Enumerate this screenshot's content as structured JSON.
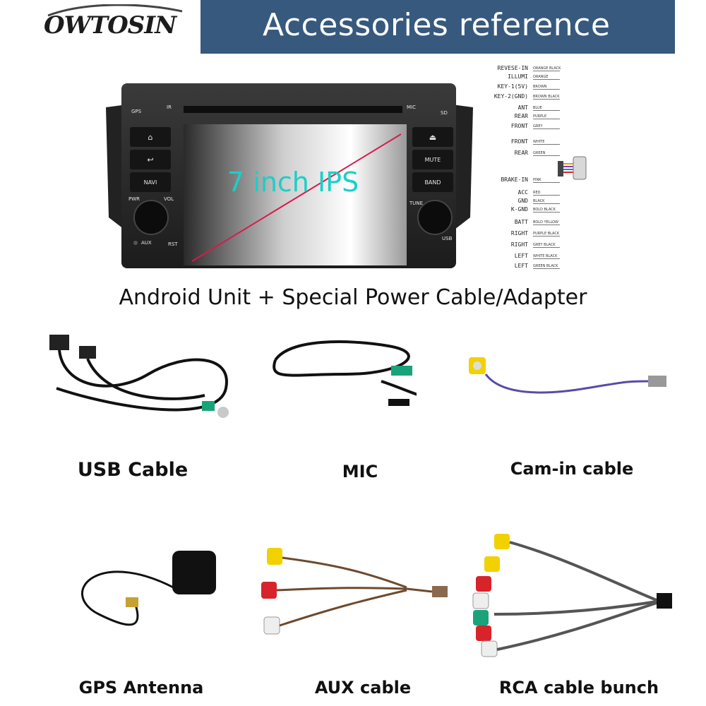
{
  "header": {
    "logo_text": "OWTOSIN",
    "title": "Accessories reference",
    "bg_color": "#37597e"
  },
  "head_unit": {
    "screen_label": "7 inch IPS",
    "top_labels": [
      "GPS",
      "IR",
      "MIC",
      "SD"
    ],
    "left_buttons": [
      "home-icon",
      "back-icon",
      "NAVI"
    ],
    "right_buttons": [
      "eject-icon",
      "MUTE",
      "BAND"
    ],
    "knob_labels": {
      "pwr": "PWR",
      "vol": "VOL",
      "tune": "TUNE"
    },
    "bottom_labels": {
      "aux": "AUX",
      "rst": "RST",
      "usb": "USB"
    }
  },
  "wiring": [
    {
      "label": "REVESE-IN",
      "color": "ORANGE BLACK"
    },
    {
      "label": "ILLUMI",
      "color": "ORANGE"
    },
    {
      "label": "KEY-1(5V)",
      "color": "BROWN"
    },
    {
      "label": "KEY-2(GND)",
      "color": "BROWN BLACK"
    },
    {
      "label": "ANT",
      "color": "BLUE"
    },
    {
      "label": "REAR",
      "color": "PURPLE"
    },
    {
      "label": "FRONT",
      "color": "GREY"
    },
    {
      "label": "FRONT",
      "color": "WHITE"
    },
    {
      "label": "REAR",
      "color": "GREEN"
    },
    {
      "label": "BRAKE-IN",
      "color": "PINK"
    },
    {
      "label": "ACC",
      "color": "RED"
    },
    {
      "label": "GND",
      "color": "BLACK"
    },
    {
      "label": "K-GND",
      "color": "BOLD BLACK"
    },
    {
      "label": "BATT",
      "color": "BOLD YELLOW"
    },
    {
      "label": "RIGHT",
      "color": "PURPLE BLACK"
    },
    {
      "label": "RIGHT",
      "color": "GREY BLACK"
    },
    {
      "label": "LEFT",
      "color": "WHITE BLACK"
    },
    {
      "label": "LEFT",
      "color": "GREEN BLACK"
    }
  ],
  "main_caption": "Android Unit + Special Power Cable/Adapter",
  "accessories": [
    {
      "name": "USB Cable"
    },
    {
      "name": "MIC"
    },
    {
      "name": "Cam-in cable"
    },
    {
      "name": "GPS Antenna"
    },
    {
      "name": "AUX cable"
    },
    {
      "name": "RCA cable bunch"
    }
  ]
}
